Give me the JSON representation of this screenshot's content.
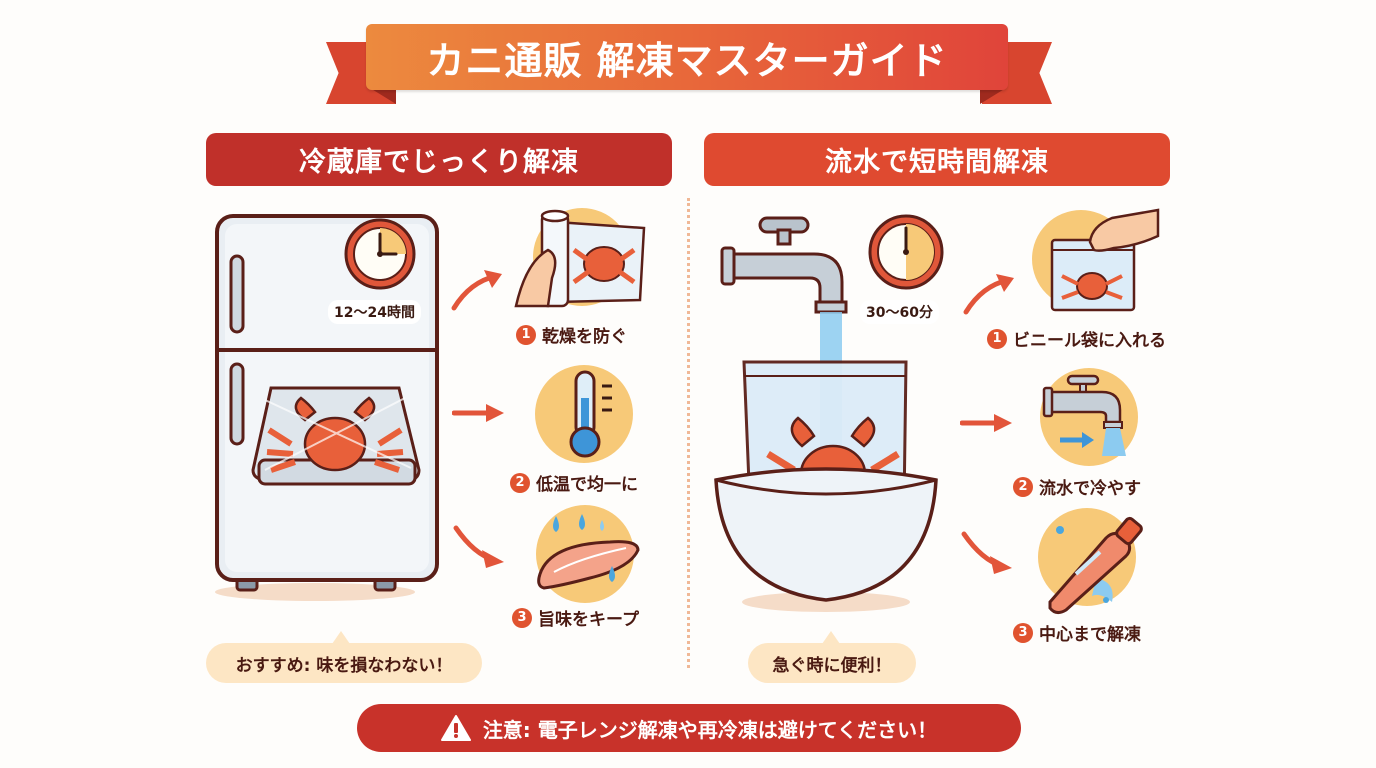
{
  "title": "カニ通販 解凍マスターガイド",
  "colors": {
    "ribbon_start": "#ec8a3e",
    "ribbon_end": "#e0443a",
    "header_left": "#c0302a",
    "header_right": "#df4a30",
    "step_circle": "#f7c978",
    "bubble": "#fde6c4",
    "warning": "#c8322a",
    "arrow": "#e2553a",
    "outline": "#5a1f18"
  },
  "sections": [
    {
      "id": "fridge",
      "header": "冷蔵庫でじっくり解凍",
      "illustration": "refrigerator-with-crab-tray",
      "clock": {
        "icon": "clock-icon",
        "time": "12〜24時間"
      },
      "steps": [
        {
          "num": "1",
          "label": "乾燥を防ぐ",
          "icon": "paper-towel-wrap-icon"
        },
        {
          "num": "2",
          "label": "低温で均一に",
          "icon": "thermometer-icon"
        },
        {
          "num": "3",
          "label": "旨味をキープ",
          "icon": "crab-meat-icon"
        }
      ],
      "bubble": "おすすめ: 味を損なわない！"
    },
    {
      "id": "running-water",
      "header": "流水で短時間解凍",
      "illustration": "faucet-bowl-bagged-crab",
      "clock": {
        "icon": "clock-icon",
        "time": "30〜60分"
      },
      "steps": [
        {
          "num": "1",
          "label": "ビニール袋に入れる",
          "icon": "ziplock-bag-icon"
        },
        {
          "num": "2",
          "label": "流水で冷やす",
          "icon": "faucet-icon"
        },
        {
          "num": "3",
          "label": "中心まで解凍",
          "icon": "thawed-crab-leg-icon"
        }
      ],
      "bubble": "急ぐ時に便利！"
    }
  ],
  "warning": {
    "icon": "warning-triangle-icon",
    "text": "注意: 電子レンジ解凍や再冷凍は避けてください！"
  }
}
